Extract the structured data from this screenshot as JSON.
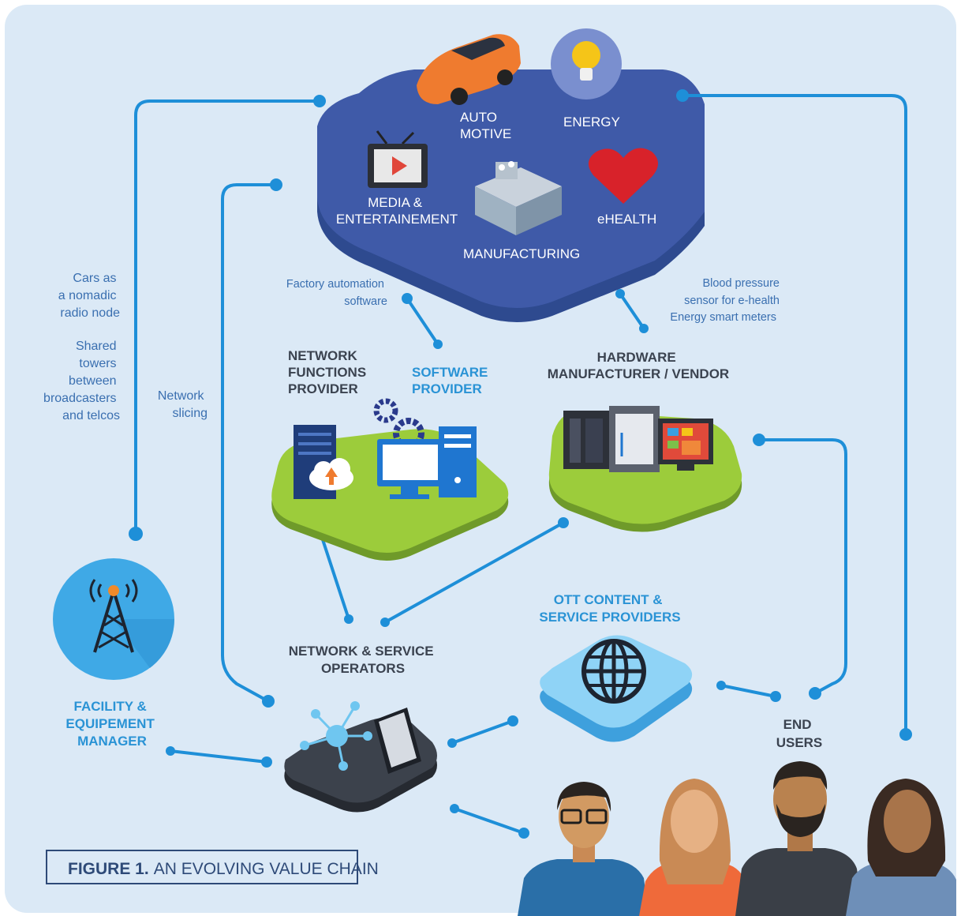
{
  "industries": {
    "automotive": [
      "AUTO",
      "MOTIVE"
    ],
    "energy": "ENERGY",
    "media": [
      "MEDIA &",
      "ENTERTAINEMENT"
    ],
    "ehealth": "eHEALTH",
    "manufacturing": "MANUFACTURING"
  },
  "notes": {
    "factory": [
      "Factory automation",
      "software"
    ],
    "hardware_examples": [
      "Blood pressure",
      "sensor for e-health",
      "Energy smart meters"
    ],
    "cars": [
      "Cars as",
      "a nomadic",
      "radio node"
    ],
    "towers": [
      "Shared",
      "towers",
      "between",
      "broadcasters",
      "and telcos"
    ],
    "slicing": [
      "Network",
      "slicing"
    ]
  },
  "actors": {
    "nf_provider": [
      "NETWORK",
      "FUNCTIONS",
      "PROVIDER"
    ],
    "sw_provider": [
      "SOFTWARE",
      "PROVIDER"
    ],
    "hw_vendor": [
      "HARDWARE",
      "MANUFACTURER / VENDOR"
    ],
    "ott": [
      "OTT CONTENT &",
      "SERVICE PROVIDERS"
    ],
    "operators": [
      "NETWORK & SERVICE",
      "OPERATORS"
    ],
    "facility": [
      "FACILITY &",
      "EQUIPEMENT",
      "MANAGER"
    ],
    "end_users": [
      "END",
      "USERS"
    ]
  },
  "caption": {
    "bold": "FIGURE 1.",
    "text": "AN EVOLVING VALUE CHAIN"
  },
  "colors": {
    "background": "#dbe9f6",
    "industry_platform": "#3f5aa8",
    "actor_platform": "#9ccc3b",
    "ott_platform": "#6cc3ee",
    "operator_platform": "#3c424c",
    "connector": "#1e8fd8",
    "label_blue": "#2a93d5",
    "label_dark": "#3b4350"
  }
}
